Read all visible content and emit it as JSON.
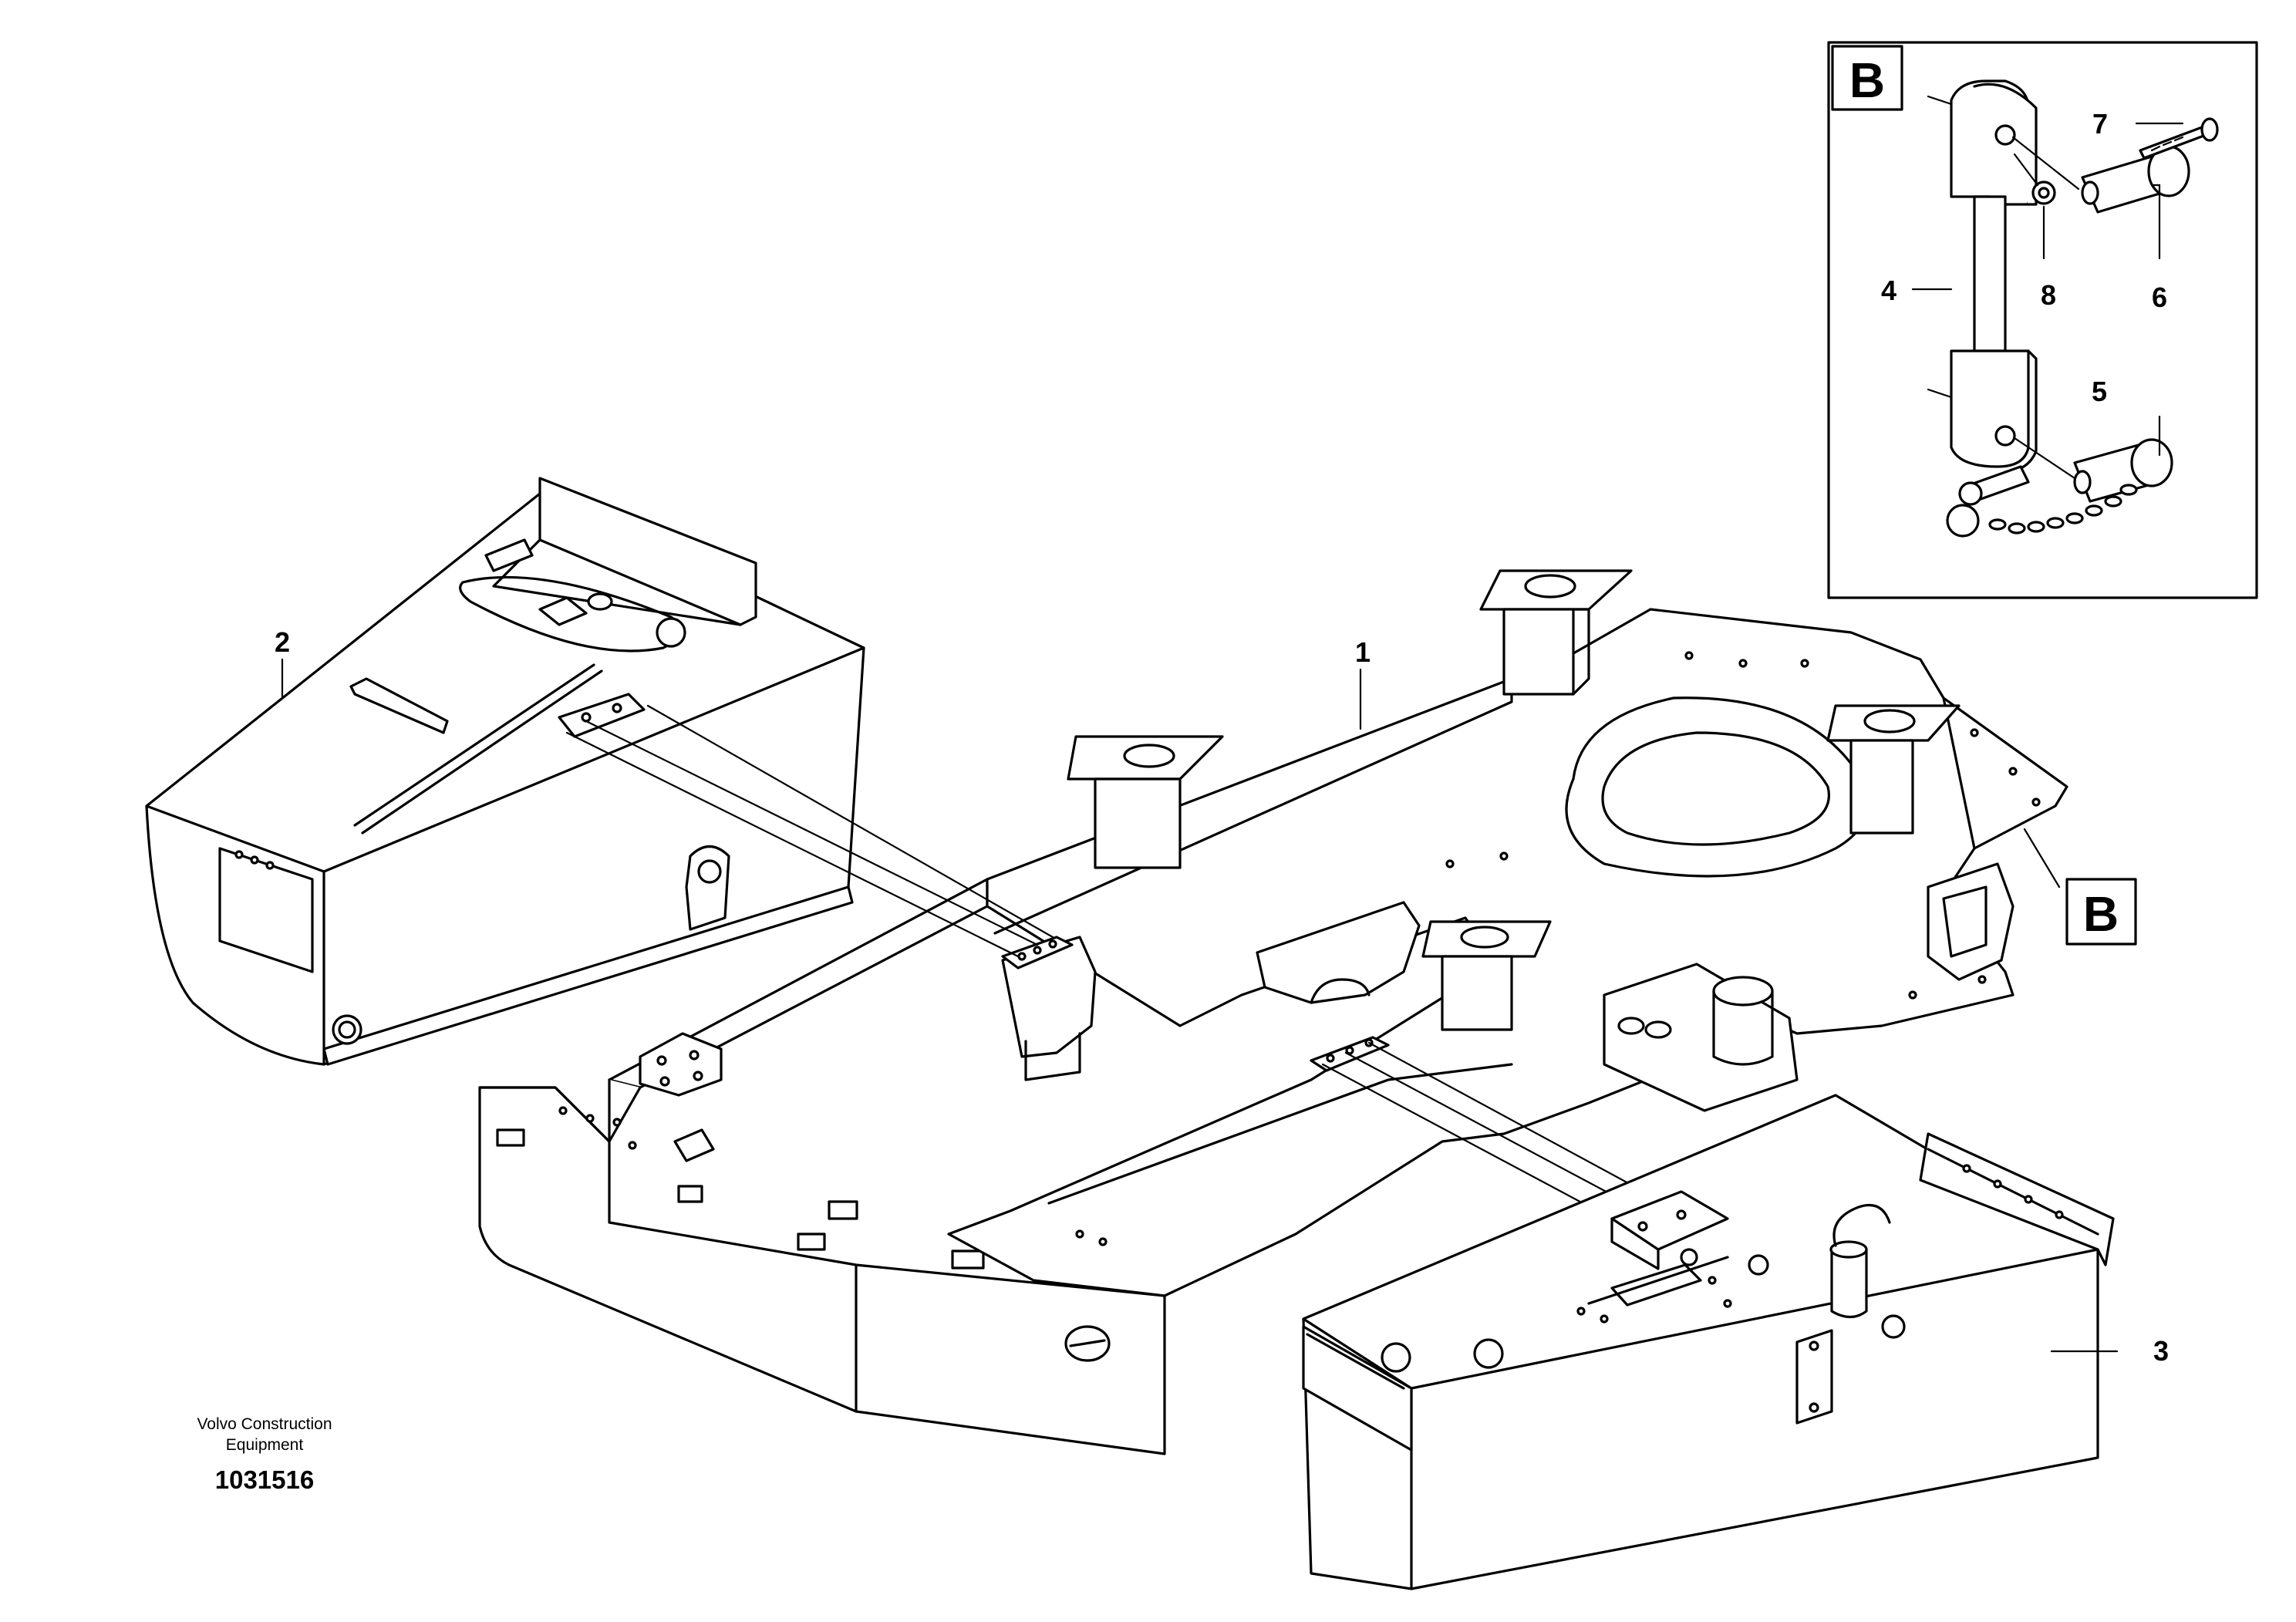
{
  "callouts": {
    "frame": "1",
    "left_tank": "2",
    "right_tank": "3",
    "link": "4",
    "pin_lower": "5",
    "pin_upper": "6",
    "screw": "7",
    "nut": "8"
  },
  "detail": {
    "letter": "B",
    "ref_letter": "B"
  },
  "credit": {
    "line1": "Volvo Construction",
    "line2": "Equipment"
  },
  "document_number": "1031516",
  "colors": {
    "line": "#000000",
    "background": "#ffffff"
  }
}
